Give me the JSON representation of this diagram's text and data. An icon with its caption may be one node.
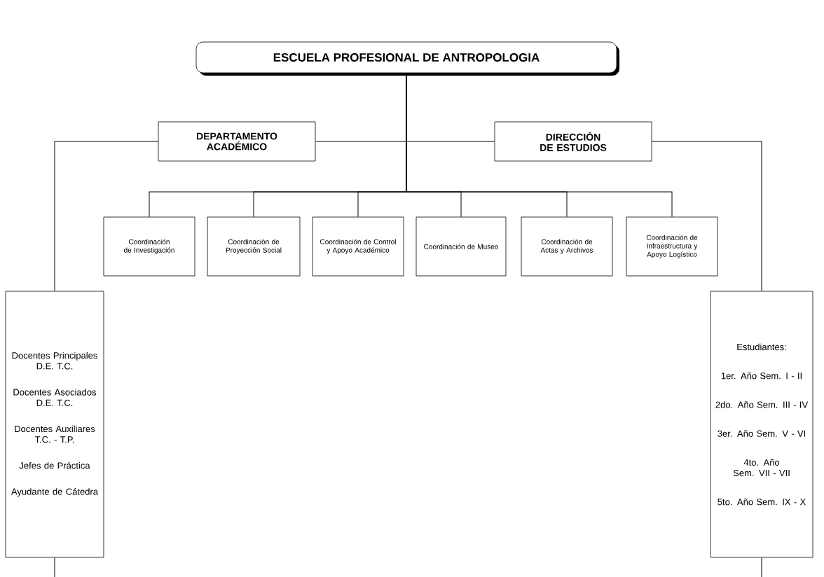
{
  "diagram": {
    "nodes": [
      {
        "text": [
          "ESCUELA PROFESIONAL DE ANTROPOLOGIA"
        ]
      },
      {
        "text": [
          "DEPARTAMENTO ACADÉMICO"
        ]
      },
      {
        "text": [
          "DIRECCIÓN DE ESTUDIOS"
        ]
      },
      {
        "text": [
          "Coordinación de Investigación"
        ]
      },
      {
        "text": [
          "Coordinación de Proyección Social"
        ]
      },
      {
        "text": [
          "Coordinación de Control y Apoyo Académico"
        ]
      },
      {
        "text": [
          "Coordinación de Museo"
        ]
      },
      {
        "text": [
          "Coordinación de Actas y Archivos"
        ]
      },
      {
        "text": [
          "Coordinación de Infraestructura y Apoyo Logístico"
        ]
      },
      {
        "text": [
          "Docentes Principales D.E. T.C.",
          "Docentes Asociados D.E. T.C.",
          "Docentes Auxiliares T.C. - T.P.",
          "Jefes de Práctica",
          "Ayudante de Cátedra"
        ]
      },
      {
        "text": [
          "Estudiantes:",
          "1er. Año Sem. I - II",
          "2do. Año Sem. III - IV",
          "3er. Año Sem. V - VI",
          "4to. Año Sem. VII - VII",
          "5to. Año Sem. IX - X"
        ]
      }
    ],
    "edges": [
      {
        "from": 0,
        "to": 1,
        "arrow": "none"
      },
      {
        "from": 0,
        "to": 2,
        "arrow": "none"
      },
      {
        "from": 0,
        "to": 3,
        "arrow": "none"
      },
      {
        "from": 0,
        "to": 4,
        "arrow": "none"
      },
      {
        "from": 0,
        "to": 5,
        "arrow": "none"
      },
      {
        "from": 0,
        "to": 6,
        "arrow": "none"
      },
      {
        "from": 0,
        "to": 7,
        "arrow": "none"
      },
      {
        "from": 0,
        "to": 8,
        "arrow": "none"
      },
      {
        "from": 1,
        "to": 9,
        "arrow": "none"
      },
      {
        "from": 2,
        "to": 10,
        "arrow": "none"
      },
      {
        "from": 9,
        "to": null,
        "arrow": "none"
      },
      {
        "from": 10,
        "to": null,
        "arrow": "none"
      }
    ]
  }
}
